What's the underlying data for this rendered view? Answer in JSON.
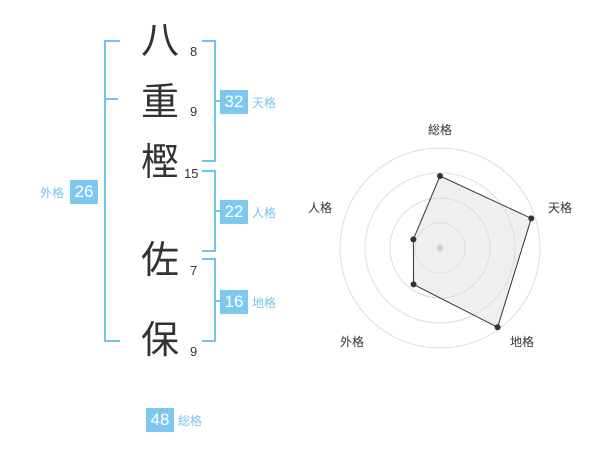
{
  "name_chars": [
    {
      "char": "八",
      "strokes": "8"
    },
    {
      "char": "重",
      "strokes": "9"
    },
    {
      "char": "樫",
      "strokes": "15"
    },
    {
      "char": "佐",
      "strokes": "7"
    },
    {
      "char": "保",
      "strokes": "9"
    }
  ],
  "fortunes": {
    "tenkaku": {
      "value": "32",
      "label": "天格"
    },
    "jinkaku": {
      "value": "22",
      "label": "人格"
    },
    "chikaku": {
      "value": "16",
      "label": "地格"
    },
    "gaikaku": {
      "value": "26",
      "label": "外格"
    },
    "soukaku": {
      "value": "48",
      "label": "総格"
    }
  },
  "colors": {
    "accent": "#78c3ee",
    "badge": "#7ec8ef",
    "label": "#78c3ee"
  },
  "chart_data": {
    "type": "radar",
    "axes": [
      "総格",
      "天格",
      "地格",
      "外格",
      "人格"
    ],
    "values": [
      0.72,
      0.96,
      0.98,
      0.45,
      0.28
    ],
    "range": [
      0,
      1
    ],
    "rings": 4
  }
}
